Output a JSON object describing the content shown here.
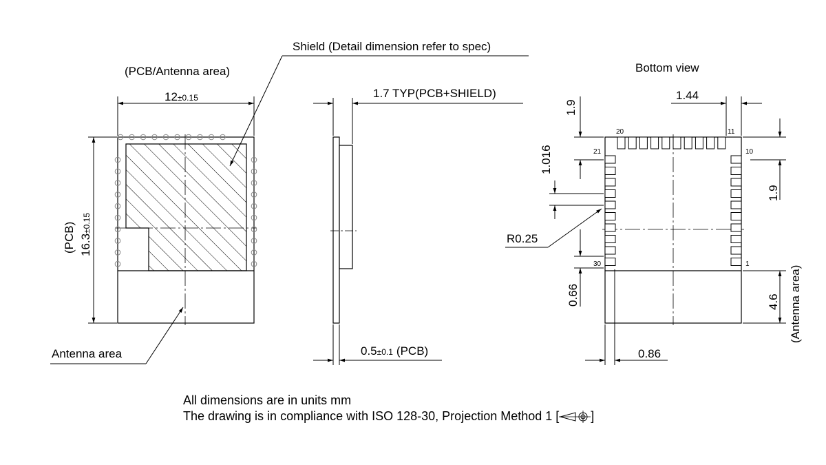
{
  "front_view": {
    "title": "(PCB/Antenna area)",
    "width_value": "12",
    "width_tol": "±0.15",
    "height_value": "16.3",
    "height_tol": "±0.15",
    "height_label": "(PCB)",
    "shield_callout": "Shield (Detail dimension refer to spec)",
    "antenna_callout": "Antenna area"
  },
  "side_view": {
    "thickness_label": "1.7 TYP(PCB+SHIELD)",
    "pcb_value": "0.5",
    "pcb_tol": "±0.1",
    "pcb_label": "(PCB)"
  },
  "bottom_view": {
    "title": "Bottom view",
    "dim_top_left": "1.9",
    "dim_top_right": "1.44",
    "dim_pitch": "1.016",
    "dim_right": "1.9",
    "radius": "R0.25",
    "dim_bottom_pad": "0.66",
    "dim_antenna": "4.6",
    "antenna_label": "(Antenna area)",
    "dim_bottom": "0.86",
    "pin_labels": {
      "p1": "1",
      "p10": "10",
      "p11": "11",
      "p20": "20",
      "p21": "21",
      "p30": "30"
    }
  },
  "notes": {
    "line1": "All dimensions are in units mm",
    "line2": "The drawing is in compliance with ISO 128-30, Projection Method 1 [",
    "line2_end": "]"
  },
  "colors": {
    "line": "#000000",
    "pin_hole": "#888888"
  }
}
